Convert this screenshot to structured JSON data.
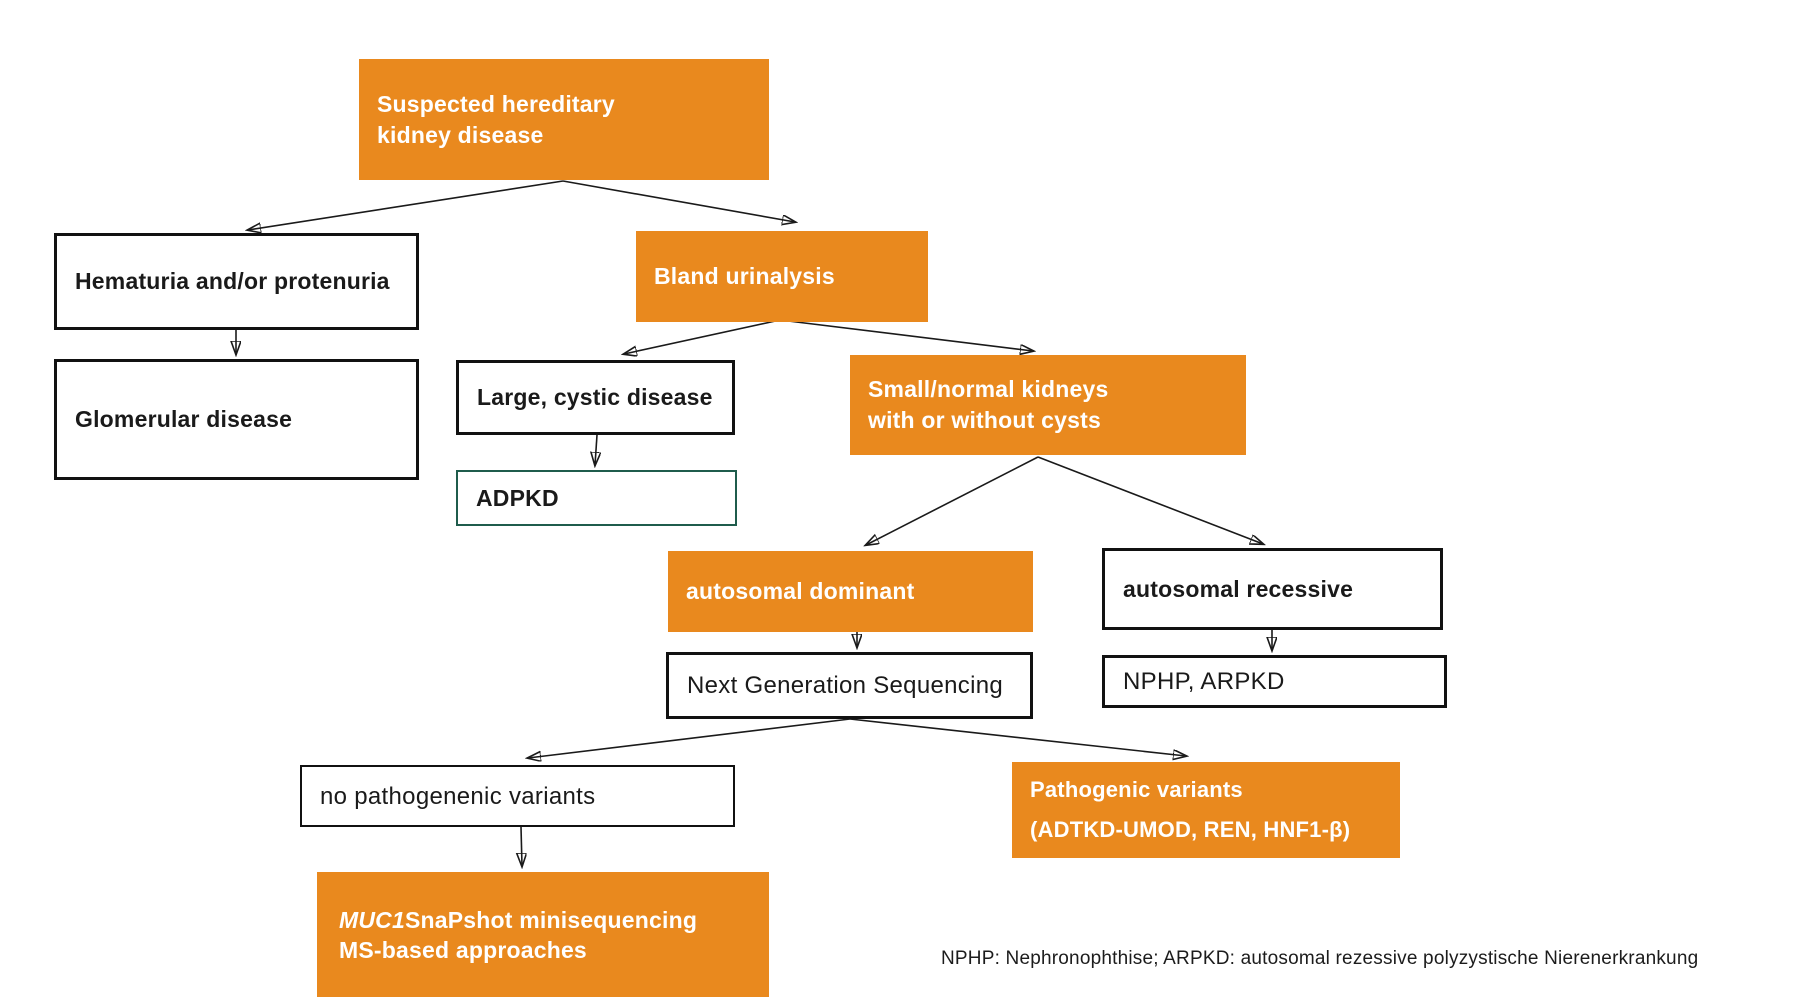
{
  "colors": {
    "orange": "#e9891e",
    "border_dark": "#111111",
    "adpkd_border": "#1f5c4c",
    "text": "#1a1a1a"
  },
  "nodes": {
    "suspected": {
      "label": "Suspected hereditary\nkidney disease"
    },
    "hematuria": {
      "label": "Hematuria and/or protenuria"
    },
    "glomerular": {
      "label": "Glomerular disease"
    },
    "bland": {
      "label": "Bland urinalysis"
    },
    "large_cystic": {
      "label": "Large, cystic disease"
    },
    "adpkd": {
      "label": "ADPKD"
    },
    "small_normal": {
      "label": "Small/normal kidneys\nwith or without cysts"
    },
    "autosomal_dominant": {
      "label": "autosomal dominant"
    },
    "autosomal_recessive": {
      "label": "autosomal recessive"
    },
    "ngs": {
      "label": "Next Generation Sequencing"
    },
    "nphp_arpkd": {
      "label": "NPHP, ARPKD"
    },
    "no_pathogenic": {
      "label": "no pathogenenic variants"
    },
    "pathogenic": {
      "line1": "Pathogenic variants",
      "line2": "(ADTKD-UMOD, REN, HNF1-β)"
    },
    "muc1": {
      "gene_italic": "MUC1",
      "line1_rest": "SnaPshot minisequencing",
      "line2": "MS-based approaches"
    }
  },
  "footnote": "NPHP: Nephronophthise; ARPKD: autosomal rezessive polyzystische Nierenerkrankung"
}
